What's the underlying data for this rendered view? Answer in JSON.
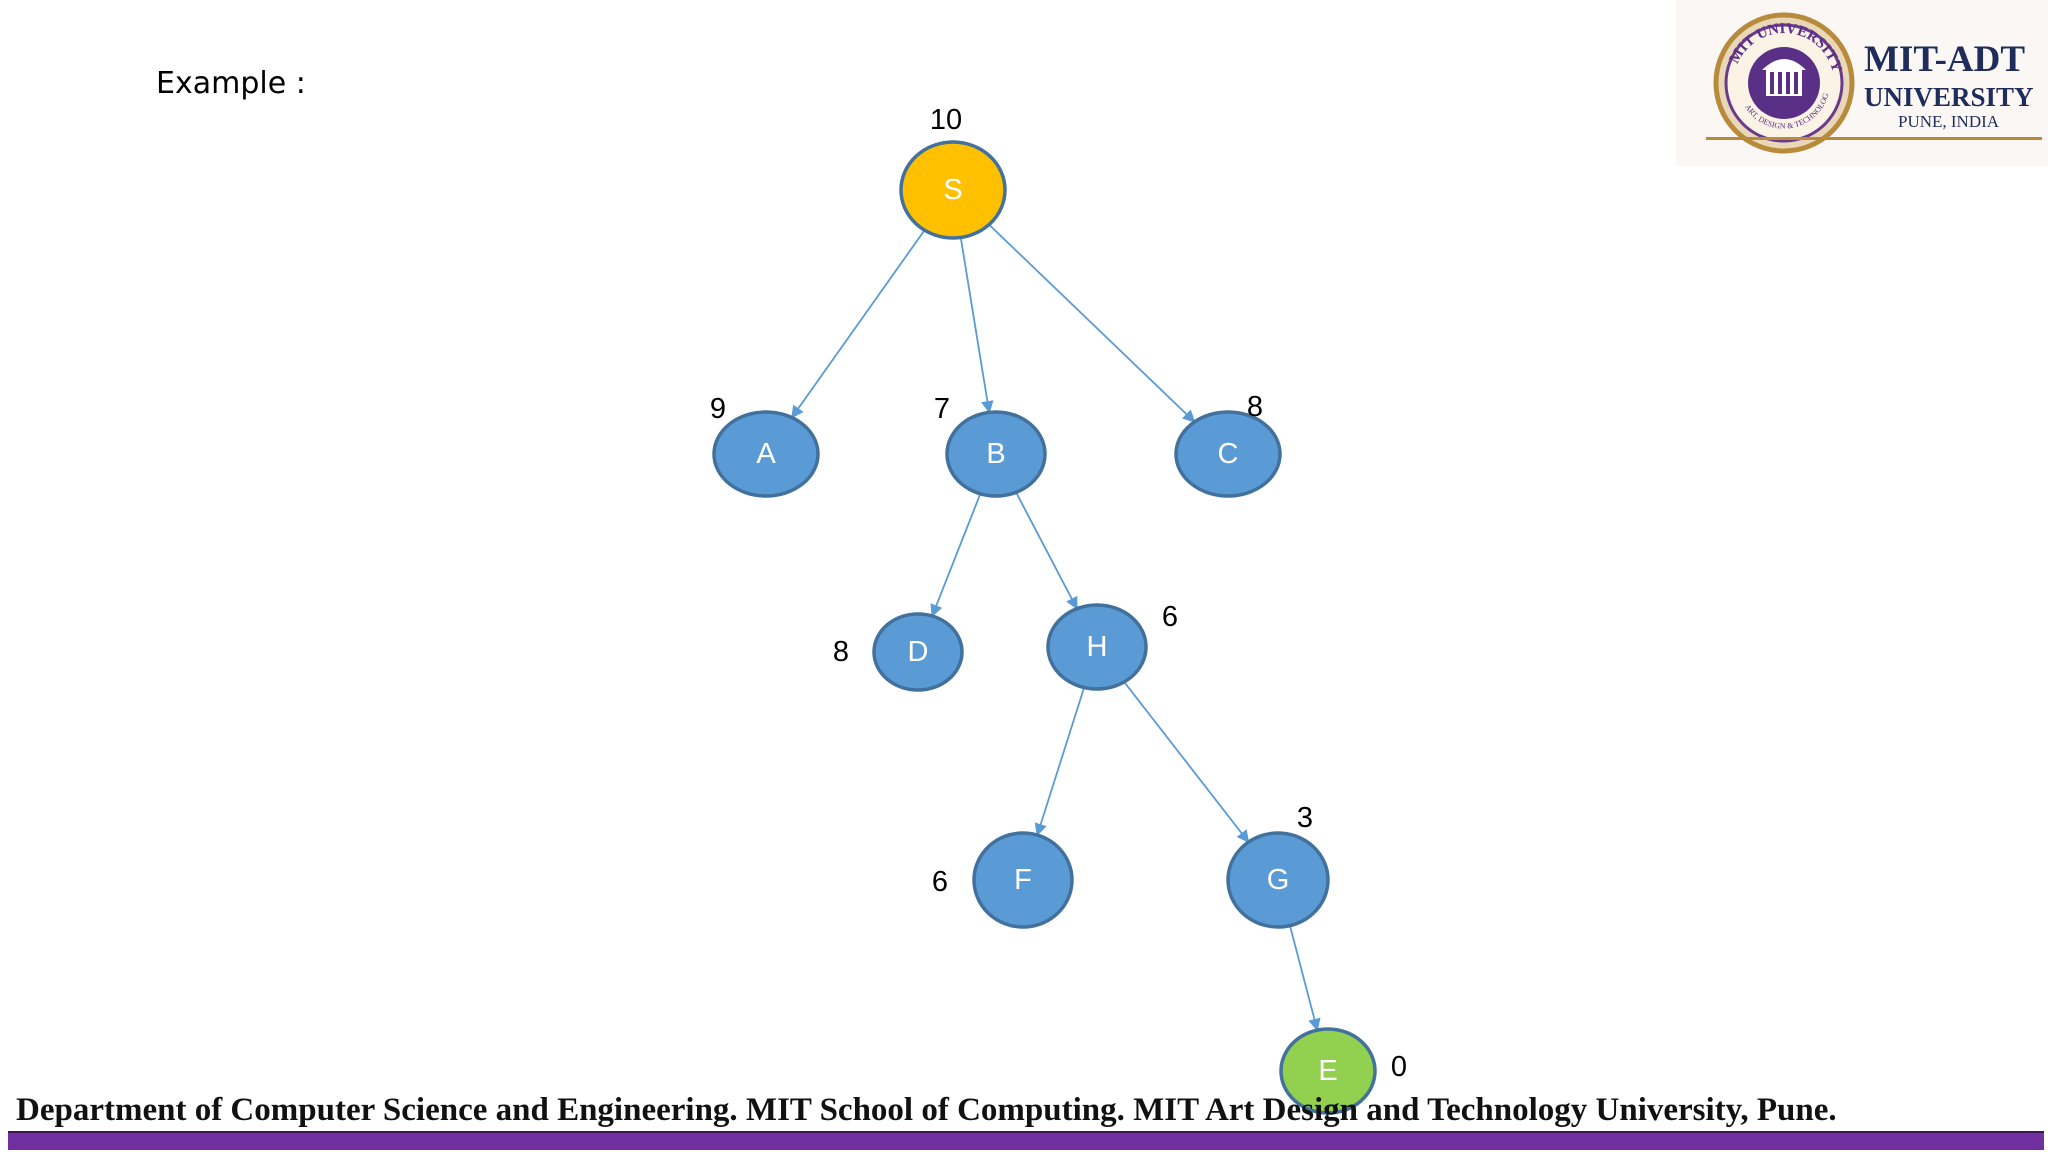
{
  "slide": {
    "label": "Example :"
  },
  "tree": {
    "nodes": [
      {
        "id": "S",
        "label": "S",
        "value": "10",
        "color": "#ffc000"
      },
      {
        "id": "A",
        "label": "A",
        "value": "9",
        "color": "#5b9bd5"
      },
      {
        "id": "B",
        "label": "B",
        "value": "7",
        "color": "#5b9bd5"
      },
      {
        "id": "C",
        "label": "C",
        "value": "8",
        "color": "#5b9bd5"
      },
      {
        "id": "D",
        "label": "D",
        "value": "8",
        "color": "#5b9bd5"
      },
      {
        "id": "H",
        "label": "H",
        "value": "6",
        "color": "#5b9bd5"
      },
      {
        "id": "F",
        "label": "F",
        "value": "6",
        "color": "#5b9bd5"
      },
      {
        "id": "G",
        "label": "G",
        "value": "3",
        "color": "#5b9bd5"
      },
      {
        "id": "E",
        "label": "E",
        "value": "0",
        "color": "#92d050"
      }
    ],
    "edges": [
      {
        "from": "S",
        "to": "A"
      },
      {
        "from": "S",
        "to": "B"
      },
      {
        "from": "S",
        "to": "C"
      },
      {
        "from": "B",
        "to": "D"
      },
      {
        "from": "B",
        "to": "H"
      },
      {
        "from": "H",
        "to": "F"
      },
      {
        "from": "H",
        "to": "G"
      },
      {
        "from": "G",
        "to": "E"
      }
    ],
    "edge_color": "#5b9bd5",
    "node_border_color": "#41719c"
  },
  "logo": {
    "title": "MIT-ADT",
    "subtitle": "UNIVERSITY",
    "place": "PUNE, INDIA",
    "seal_text": "MIT UNIVERSITY",
    "seal_subtext": "ART, DESIGN & TECHNOLOGY"
  },
  "footer": {
    "text": "Department of Computer Science and Engineering. MIT School of Computing. MIT Art Design and Technology University, Pune.",
    "bar_color": "#7030a0"
  }
}
